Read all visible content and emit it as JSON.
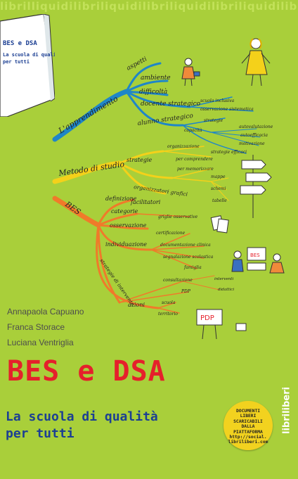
{
  "publisher_strip": "librilliquidilibriliquidilibriliquidilibriliquidilibriliquidilibriliquidi",
  "mindmap": {
    "branch_learning": "L'apprendimento",
    "learning_nodes": [
      "aspetti",
      "ambiente",
      "difficoltà",
      "docente strategico",
      "alunno strategico"
    ],
    "learning_leaves": [
      "scuola inclusiva",
      "osservazione sistematica",
      "strategie",
      "capacità",
      "autovalutazione",
      "autoefficacia",
      "motivazione",
      "strategie efficaci"
    ],
    "branch_method": "Metodo di studio",
    "method_nodes": [
      "strategie",
      "organizzatori grafici",
      "facilitatori"
    ],
    "method_leaves": [
      "organizzazione",
      "per comprendere",
      "per memorizzare",
      "mappe",
      "schemi",
      "tabelle"
    ],
    "branch_bes": "BES",
    "bes_nodes": [
      "definizione",
      "categorie",
      "osservazione",
      "individuazione",
      "strategie di intervento",
      "azioni"
    ],
    "bes_leaves": [
      "griglie osservative",
      "certificazione",
      "documentazione clinica",
      "segnalazione scolastica",
      "famiglia",
      "consultazione",
      "PDP",
      "scuola",
      "territorio",
      "interventi",
      "didattici"
    ],
    "bes_label": "BES",
    "pdp_label": "PDP"
  },
  "book": {
    "cover_title": "BES e DSA",
    "cover_subtitle_1": "La scuola di qualità",
    "cover_subtitle_2": "per tutti"
  },
  "authors": [
    "Annapaola Capuano",
    "Franca Storace",
    "Luciana Ventriglia"
  ],
  "title": "BES e DSA",
  "subtitle_line1": "La scuola di qualità",
  "subtitle_line2": "per tutti",
  "badge": {
    "lines": [
      "DOCUMENTI",
      "LIBERI",
      "SCARICABILI",
      "DALLA",
      "PIATTAFORMA",
      "http://social.",
      "libriliberi.com"
    ]
  },
  "brand": "libriliberi",
  "colors": {
    "background": "#a9cf3a",
    "title": "#e5202b",
    "subtitle": "#1c3f93",
    "branch_learning": "#1f86c8",
    "branch_method": "#f4d11a",
    "branch_bes": "#f07a2a",
    "badge": "#f2d21f"
  }
}
